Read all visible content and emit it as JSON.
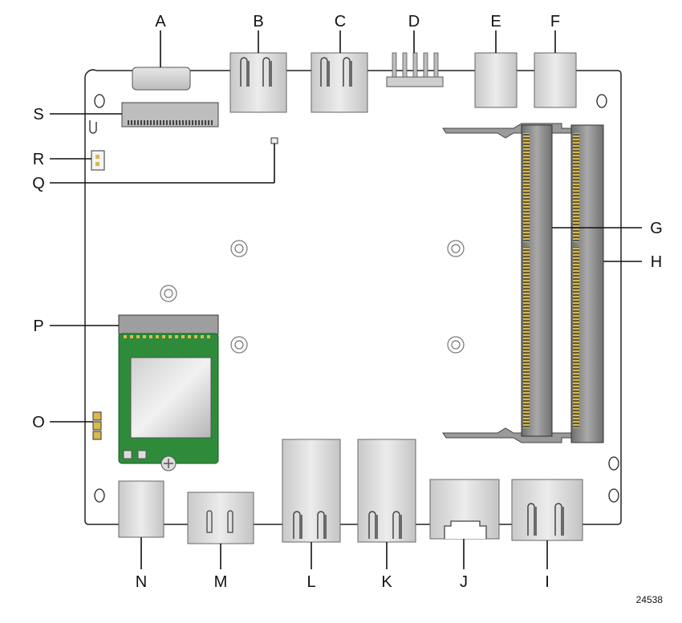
{
  "labels": {
    "A": "A",
    "B": "B",
    "C": "C",
    "D": "D",
    "E": "E",
    "F": "F",
    "G": "G",
    "H": "H",
    "I": "I",
    "J": "J",
    "K": "K",
    "L": "L",
    "M": "M",
    "N": "N",
    "O": "O",
    "P": "P",
    "Q": "Q",
    "R": "R",
    "S": "S"
  },
  "figure_number": "24538",
  "colors": {
    "board_outline": "#222222",
    "connector_gray": "#d8d8d8",
    "sodimm_dark": "#8c8c8c",
    "module_green": "#2e8b3a",
    "pin_gold": "#c8a23c"
  }
}
